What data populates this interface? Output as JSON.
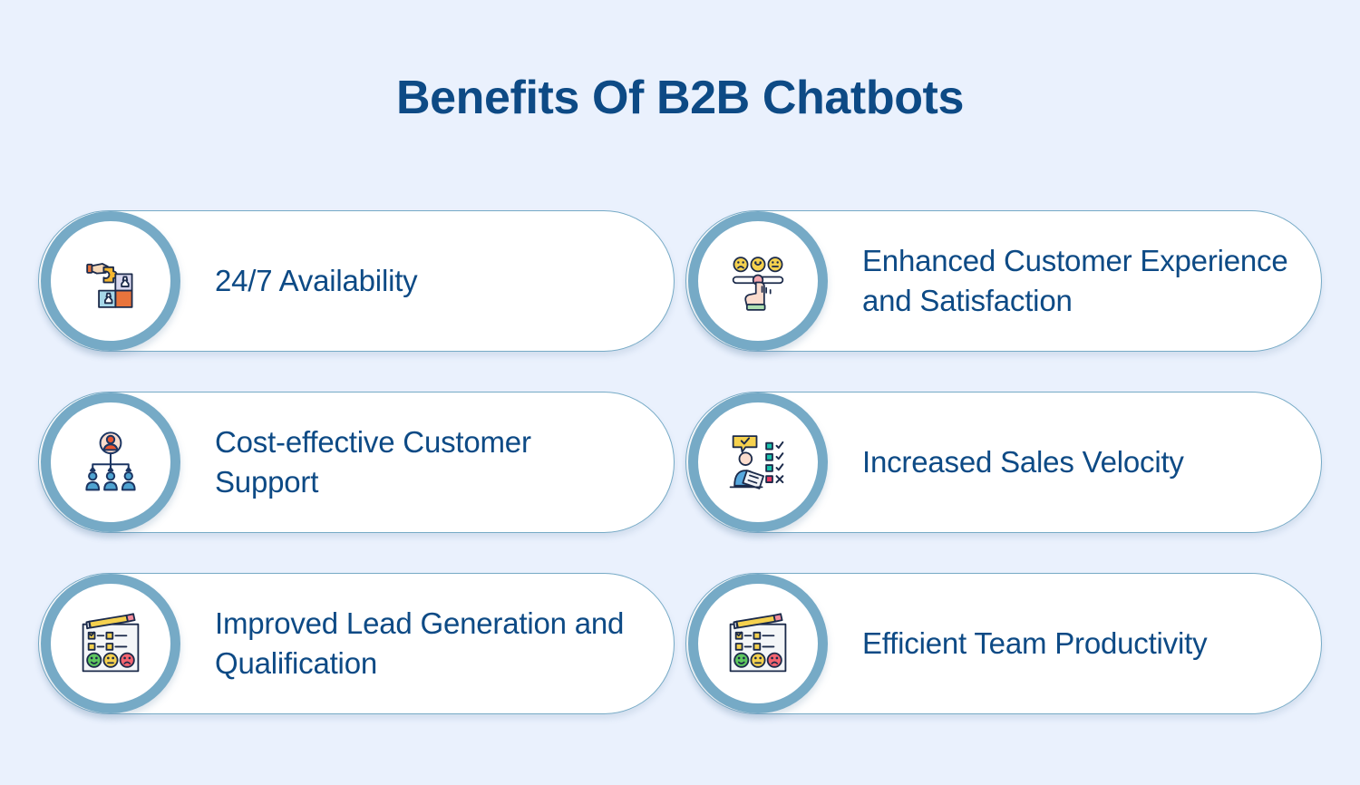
{
  "header": {
    "title": "Benefits Of B2B Chatbots"
  },
  "theme": {
    "background": "#eaf1fd",
    "text_navy": "#0d4a85",
    "accent_border": "#76aac6",
    "card_background": "#ffffff"
  },
  "benefits": [
    {
      "id": "availability",
      "label": "24/7 Availability",
      "icon": "puzzle-hand-icon"
    },
    {
      "id": "customer-experience",
      "label": "Enhanced Customer Experience and Satisfaction",
      "icon": "satisfaction-rating-icon"
    },
    {
      "id": "cost-effective-support",
      "label": "Cost-effective Customer Support",
      "icon": "team-hierarchy-icon"
    },
    {
      "id": "sales-velocity",
      "label": "Increased Sales Velocity",
      "icon": "person-checklist-icon"
    },
    {
      "id": "lead-generation",
      "label": "Improved Lead Generation and Qualification",
      "icon": "survey-clipboard-icon"
    },
    {
      "id": "team-productivity",
      "label": "Efficient Team Productivity",
      "icon": "survey-clipboard-icon"
    }
  ]
}
